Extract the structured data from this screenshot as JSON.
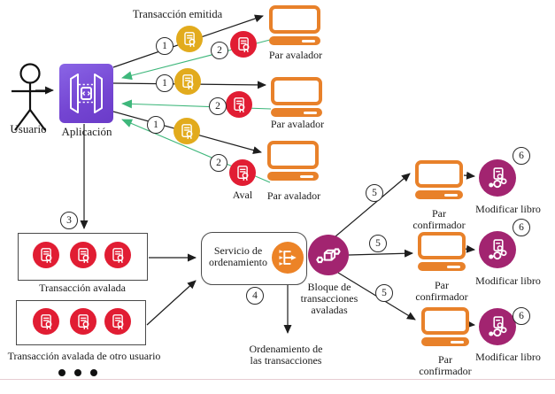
{
  "colors": {
    "app_purple": "#7445d2",
    "cert_yellow": "#e2ab1d",
    "cert_red": "#e11d33",
    "computer_orange": "#e8812a",
    "block_magenta": "#a22470",
    "arrow_green": "#3eb77b",
    "arrow_black": "#1d1d1d"
  },
  "actors": {
    "usuario": "Usuario"
  },
  "app": {
    "label": "Aplicación"
  },
  "flow_top": {
    "emitted_label": "Transacción emitida",
    "aval_label": "Aval",
    "par_avalador_label": "Par avalador"
  },
  "steps": {
    "one": "1",
    "two": "2",
    "three": "3",
    "four": "4",
    "five": "5",
    "six": "6"
  },
  "bottom_left": {
    "box1_label": "Transacción avalada",
    "box2_label": "Transacción avalada de otro usuario"
  },
  "ordering": {
    "service_line1": "Servicio de",
    "service_line2": "ordenamiento",
    "output_line1": "Ordenamiento de",
    "output_line2": "las transacciones"
  },
  "block": {
    "line1": "Bloque de",
    "line2": "transacciones",
    "line3": "avaladas"
  },
  "confirm": {
    "par_line1": "Par",
    "par_line2": "confirmador",
    "modify_label": "Modificar libro"
  }
}
